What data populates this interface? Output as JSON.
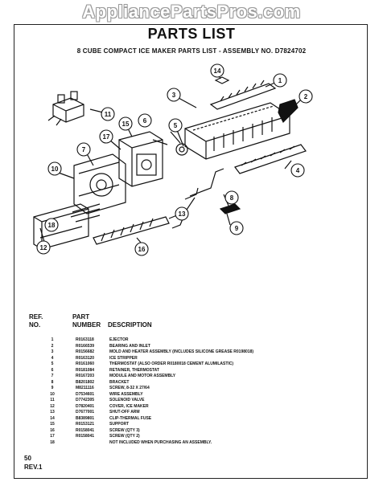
{
  "site": {
    "watermark": "AppliancePartsPros.com"
  },
  "header": {
    "title": "PARTS LIST",
    "subtitle": "8 CUBE COMPACT ICE MAKER PARTS LIST - ASSEMBLY NO. D7824702"
  },
  "diagram": {
    "callouts": [
      "1",
      "2",
      "3",
      "4",
      "5",
      "6",
      "7",
      "8",
      "9",
      "10",
      "11",
      "12",
      "13",
      "14",
      "15",
      "16",
      "17",
      "18"
    ]
  },
  "table": {
    "headers": {
      "ref_line1": "REF.",
      "ref_line2": "NO.",
      "part_line1": "PART",
      "part_line2": "NUMBER",
      "description": "DESCRIPTION"
    },
    "rows": [
      {
        "ref": "1",
        "part": "R0163118",
        "desc": "EJECTOR"
      },
      {
        "ref": "2",
        "part": "R0166539",
        "desc": "BEARING AND INLET"
      },
      {
        "ref": "3",
        "part": "R0156682",
        "desc": "MOLD AND HEATER ASSEMBLY (INCLUDES SILICONE GREASE R0198018)"
      },
      {
        "ref": "4",
        "part": "R0163120",
        "desc": "ICE STRIPPER"
      },
      {
        "ref": "5",
        "part": "R0161060",
        "desc": "THERMOSTAT (ALSO ORDER R0180018 CEMENT ALUMILASTIC)"
      },
      {
        "ref": "6",
        "part": "R0181084",
        "desc": "RETAINER, THERMOSTAT"
      },
      {
        "ref": "7",
        "part": "R0167203",
        "desc": "MODULE AND MOTOR ASSEMBLY"
      },
      {
        "ref": "8",
        "part": "B8201802",
        "desc": "BRACKET"
      },
      {
        "ref": "9",
        "part": "M8211116",
        "desc": "SCREW, 8-32 X 27/64"
      },
      {
        "ref": "10",
        "part": "D7534601",
        "desc": "WIRE ASSEMBLY"
      },
      {
        "ref": "11",
        "part": "D7742305",
        "desc": "SOLENOID VALVE"
      },
      {
        "ref": "12",
        "part": "D7820401",
        "desc": "COVER, ICE MAKER"
      },
      {
        "ref": "13",
        "part": "D7677001",
        "desc": "SHUT-OFF ARM"
      },
      {
        "ref": "14",
        "part": "B8389801",
        "desc": "CLIP-THERMAL FUSE"
      },
      {
        "ref": "15",
        "part": "R0153121",
        "desc": "SUPPORT"
      },
      {
        "ref": "16",
        "part": "R0158041",
        "desc": "SCREW (QTY 3)"
      },
      {
        "ref": "17",
        "part": "R0158041",
        "desc": "SCREW (QTY 2)"
      },
      {
        "ref": "18",
        "part": "",
        "desc": "NOT INCLUDED WHEN PURCHASING AN ASSEMBLY."
      }
    ]
  },
  "footer": {
    "page": "50",
    "revision": "REV.1"
  }
}
